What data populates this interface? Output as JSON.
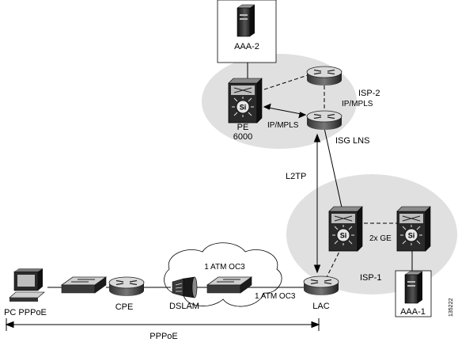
{
  "labels": {
    "aaa2": "AAA-2",
    "isp2_line1": "ISP-2",
    "isp2_line2": "IP/MPLS",
    "pe_line1": "PE",
    "pe_line2": "6000",
    "ip_mpls_left": "IP/MPLS",
    "isg_lns": "ISG LNS",
    "l2tp": "L2TP",
    "two_x_ge": "2x GE",
    "isp1": "ISP-1",
    "aaa1": "AAA-1",
    "lac": "LAC",
    "atm_oc3_top": "1 ATM OC3",
    "atm_oc3_right": "1 ATM OC3",
    "dslam": "DSLAM",
    "cpe": "CPE",
    "pc_pppoe": "PC PPPoE",
    "pppoe": "PPPoE",
    "figure_id": "135222"
  },
  "icons": {
    "server": "server-icon",
    "router": "router-icon",
    "multilayer_switch": "multilayer-switch-icon",
    "switch": "workgroup-switch-icon",
    "dslam": "dslam-icon",
    "pc": "pc-icon"
  },
  "colors": {
    "cloud_fill": "#e0e0e0",
    "device_dark": "#1a1a1a",
    "device_mid": "#666666",
    "device_light": "#d9d9d9",
    "line": "#000000"
  }
}
